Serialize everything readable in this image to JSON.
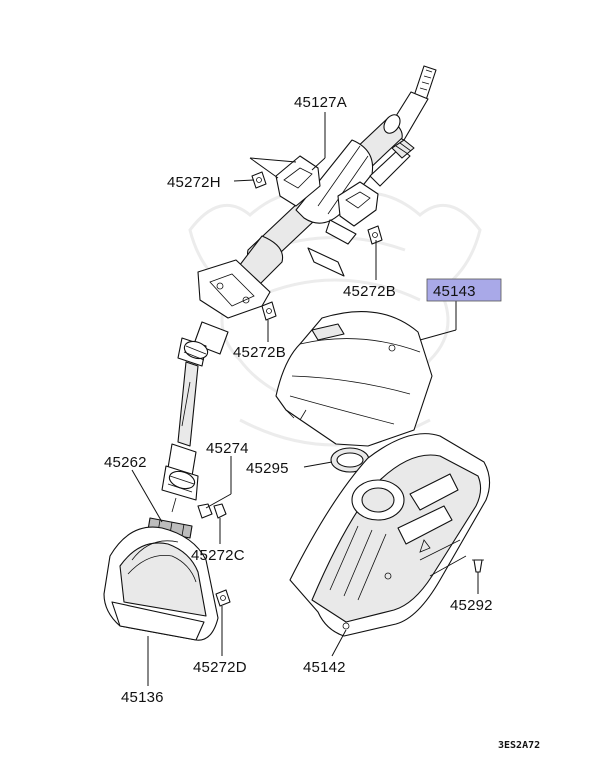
{
  "diagram": {
    "callouts": {
      "p45127A": "45127A",
      "p45272H": "45272H",
      "p45272B_upper": "45272B",
      "p45272B_lower": "45272B",
      "p45143": "45143",
      "p45262": "45262",
      "p45274": "45274",
      "p45295": "45295",
      "p45272C": "45272C",
      "p45292": "45292",
      "p45272D": "45272D",
      "p45142": "45142",
      "p45136": "45136"
    },
    "highlight_color": "#a9a9e8",
    "diagram_code": "3ES2A72"
  }
}
